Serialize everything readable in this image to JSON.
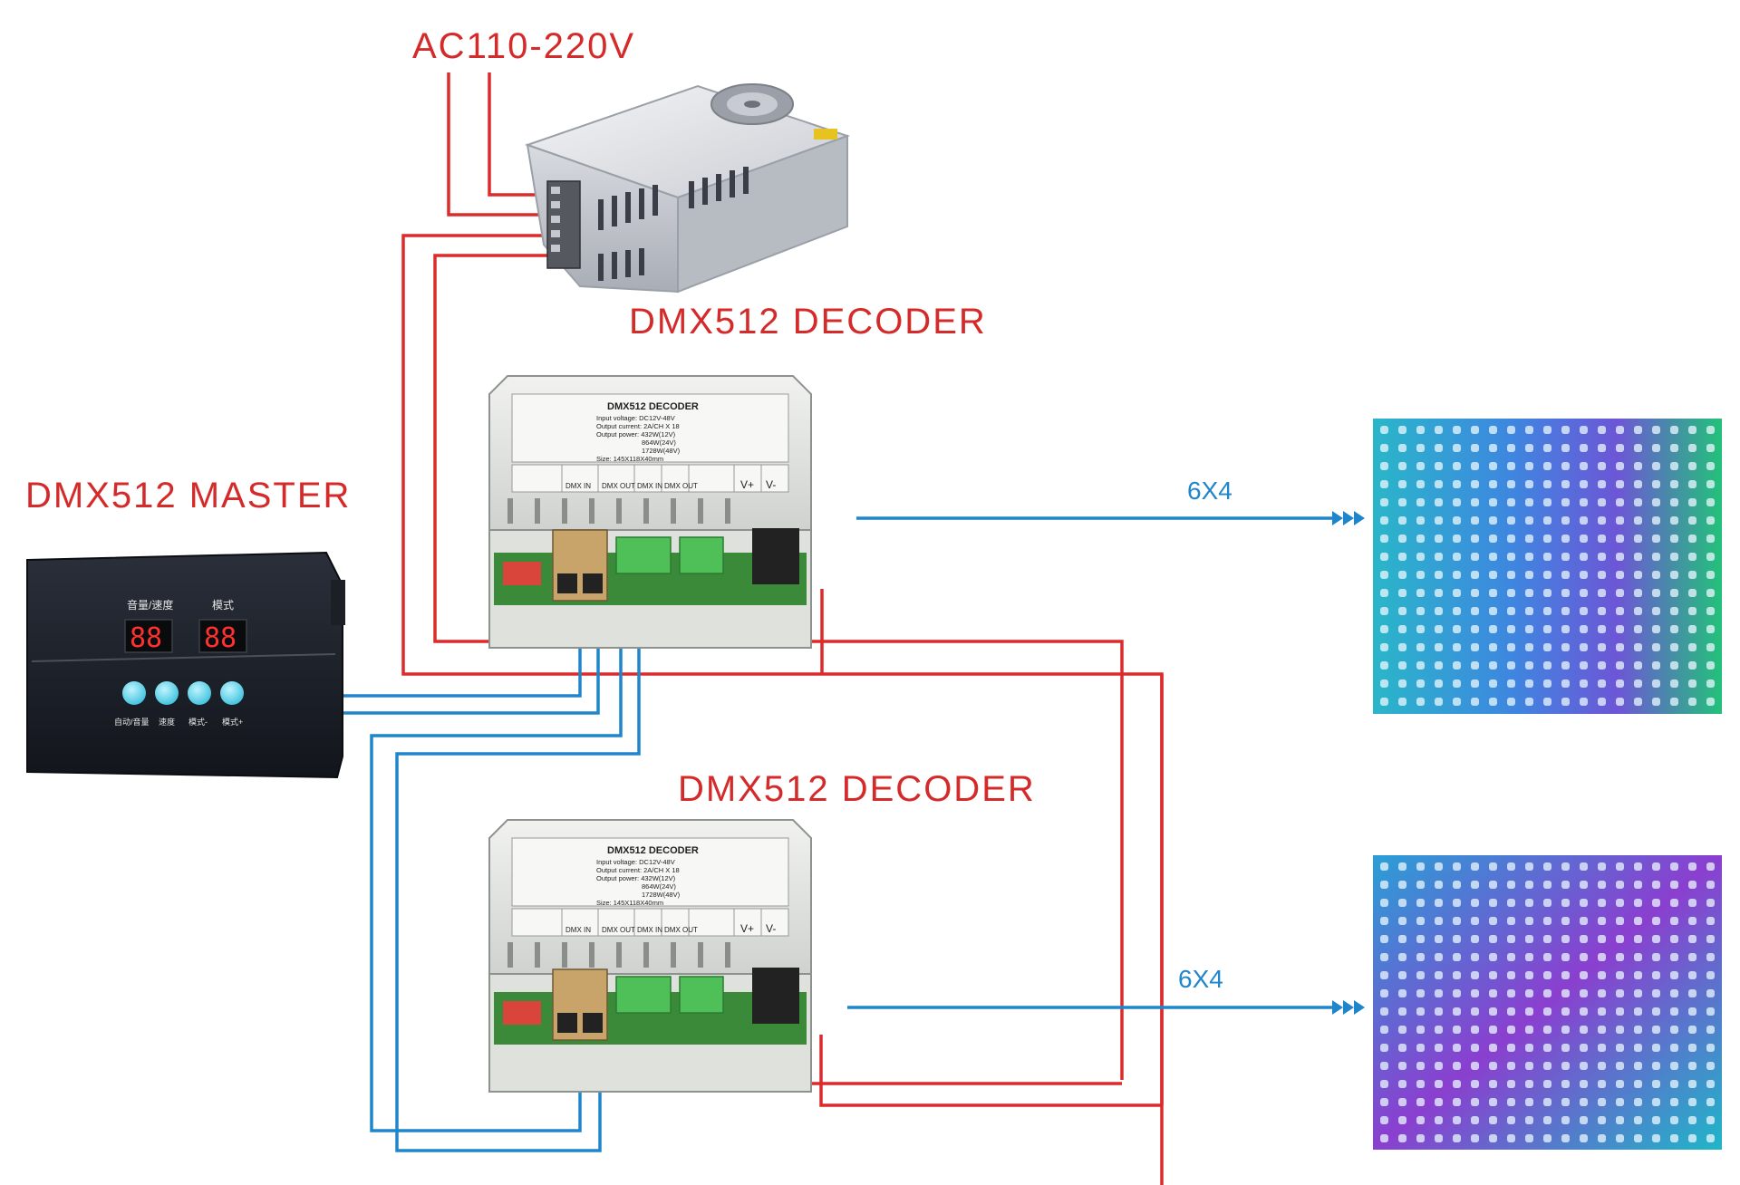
{
  "labels": {
    "ac_input": "AC110-220V",
    "decoder_top": "DMX512 DECODER",
    "decoder_bottom": "DMX512 DECODER",
    "master": "DMX512 MASTER",
    "output_top": "6X4",
    "output_bottom": "6X4"
  },
  "master_panel": {
    "display_left_title": "音量/速度",
    "display_right_title": "模式",
    "digits_left": "88",
    "digits_right": "88",
    "buttons": [
      "自动/音量",
      "速度",
      "模式-",
      "模式+"
    ]
  },
  "decoder_label": {
    "title": "DMX512 DECODER",
    "lines": [
      "Input voltage: DC12V-48V",
      "Output current: 2A/CH X 18",
      "Output power: 432W(12V)",
      "864W(24V)",
      "1728W(48V)",
      "Size: 145X118X40mm"
    ],
    "bottom_row": [
      "DMX IN",
      "DMX OUT",
      "DMX IN",
      "DMX OUT",
      "V+",
      "V-"
    ]
  },
  "colors": {
    "power_wire": "#dc2b2b",
    "signal_wire": "#1f86cc",
    "label_red": "#d42a2a",
    "label_blue": "#1f86cc"
  }
}
